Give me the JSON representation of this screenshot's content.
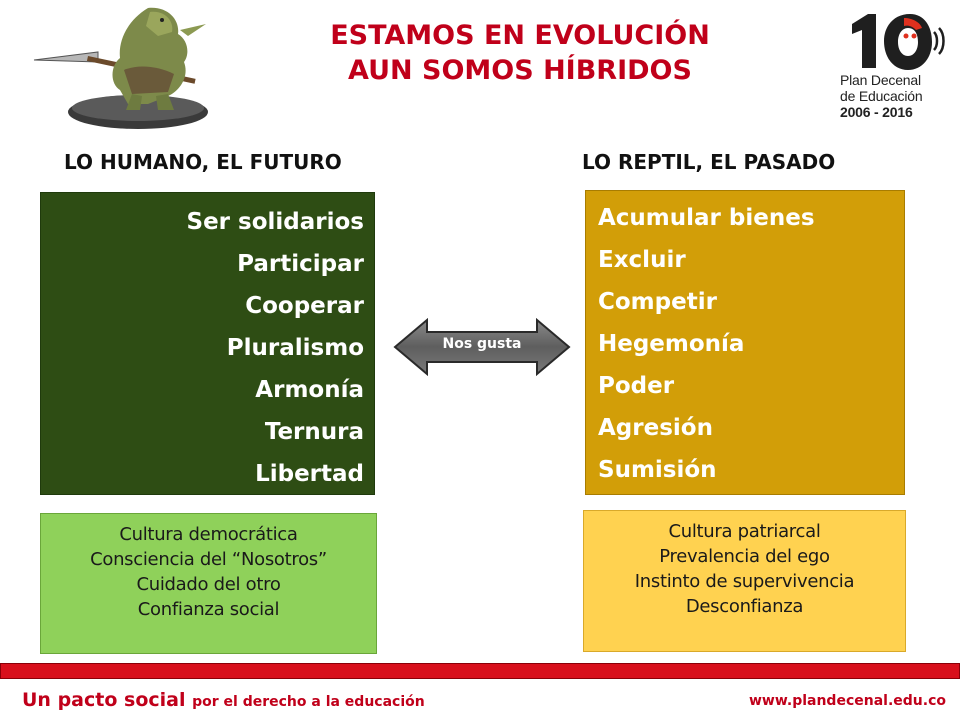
{
  "title": {
    "line1": "ESTAMOS EN EVOLUCIÓN",
    "line2": "AUN SOMOS HÍBRIDOS"
  },
  "logo": {
    "line1": "Plan Decenal",
    "line2": "de Educación",
    "line3": "2006 - 2016",
    "number": "10",
    "colors": {
      "digit": "#1f1f1f",
      "accent": "#e0301e"
    }
  },
  "left": {
    "heading": "LO HUMANO, EL FUTURO",
    "items": [
      "Ser solidarios",
      "Participar",
      "Cooperar",
      "Pluralismo",
      "Armonía",
      "Ternura",
      "Libertad"
    ],
    "summary": [
      "Cultura democrática",
      "Consciencia del “Nosotros”",
      "Cuidado del otro",
      "Confianza social"
    ],
    "colors": {
      "box": "#2e4d14",
      "summary": "#8fd15a"
    }
  },
  "right": {
    "heading": "LO REPTIL, EL PASADO",
    "items": [
      "Acumular bienes",
      "Excluir",
      "Competir",
      "Hegemonía",
      "Poder",
      "Agresión",
      "Sumisión"
    ],
    "summary": [
      "Cultura patriarcal",
      "Prevalencia del ego",
      "Instinto de supervivencia",
      "Desconfianza"
    ],
    "colors": {
      "box": "#d29e08",
      "summary": "#ffd250"
    }
  },
  "arrow": {
    "label": "Nos gusta",
    "icon": "double-arrow-icon"
  },
  "footer": {
    "main": "Un pacto social",
    "sub": "por el derecho a la educación",
    "url": "www.plandecenal.edu.co",
    "colors": {
      "accent": "#c0001a",
      "bar": "#d8101c"
    }
  }
}
